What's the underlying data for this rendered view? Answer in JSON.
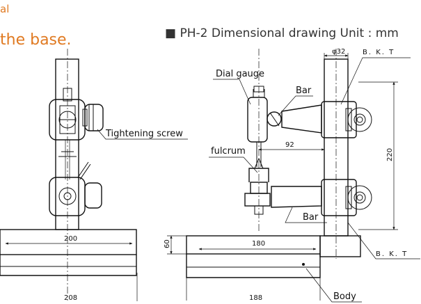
{
  "header": {
    "title": "■ PH-2  Dimensional drawing  Unit : mm",
    "partial_top": "al",
    "partial_caption": "the base."
  },
  "left_view": {
    "dim_base_top": "200",
    "dim_base_bottom": "208"
  },
  "right_view": {
    "label_dial_gauge": "Dial gauge",
    "label_bar_top": "Bar",
    "label_bar_bottom": "Bar",
    "label_tightening_screw": "Tightening screw",
    "label_fulcrum": "fulcrum",
    "label_body": "Body",
    "label_bkt_top": "B. K. T",
    "label_bkt_bottom": "B. K. T",
    "dim_phi32": "φ32",
    "dim_92": "92",
    "dim_220": "220",
    "dim_60": "60",
    "dim_180": "180",
    "dim_188": "188"
  }
}
